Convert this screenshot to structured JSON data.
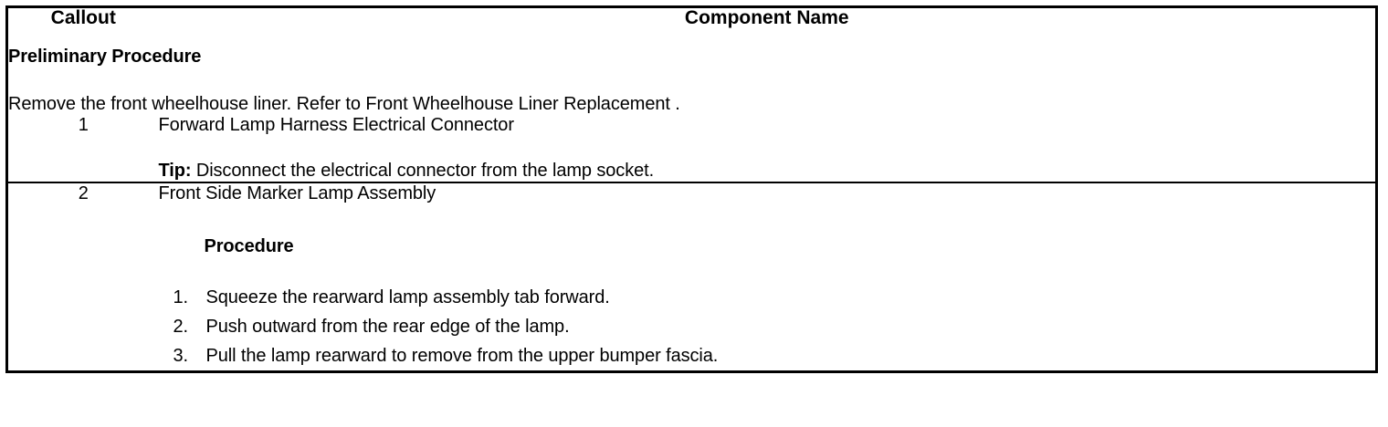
{
  "document": {
    "type": "service-procedure-table",
    "text_color": "#000000",
    "background_color": "#ffffff",
    "border_color": "#000000"
  },
  "table": {
    "headers": {
      "callout": "Callout",
      "component_name": "Component Name"
    },
    "preliminary": {
      "title": "Preliminary Procedure",
      "body": "Remove the front wheelhouse liner. Refer to Front Wheelhouse Liner Replacement ."
    },
    "rows": [
      {
        "callout": "1",
        "component": "Forward Lamp Harness Electrical Connector",
        "tip_label": "Tip:",
        "tip_text": " Disconnect the electrical connector from the lamp socket."
      },
      {
        "callout": "2",
        "component": "Front Side Marker Lamp Assembly",
        "sub_heading": "Procedure",
        "steps": [
          {
            "marker": "1.",
            "text": "Squeeze the rearward lamp assembly tab forward."
          },
          {
            "marker": "2.",
            "text": "Push outward from the rear edge of the lamp."
          },
          {
            "marker": "3.",
            "text": "Pull the lamp rearward to remove from the upper bumper fascia."
          }
        ]
      }
    ]
  }
}
